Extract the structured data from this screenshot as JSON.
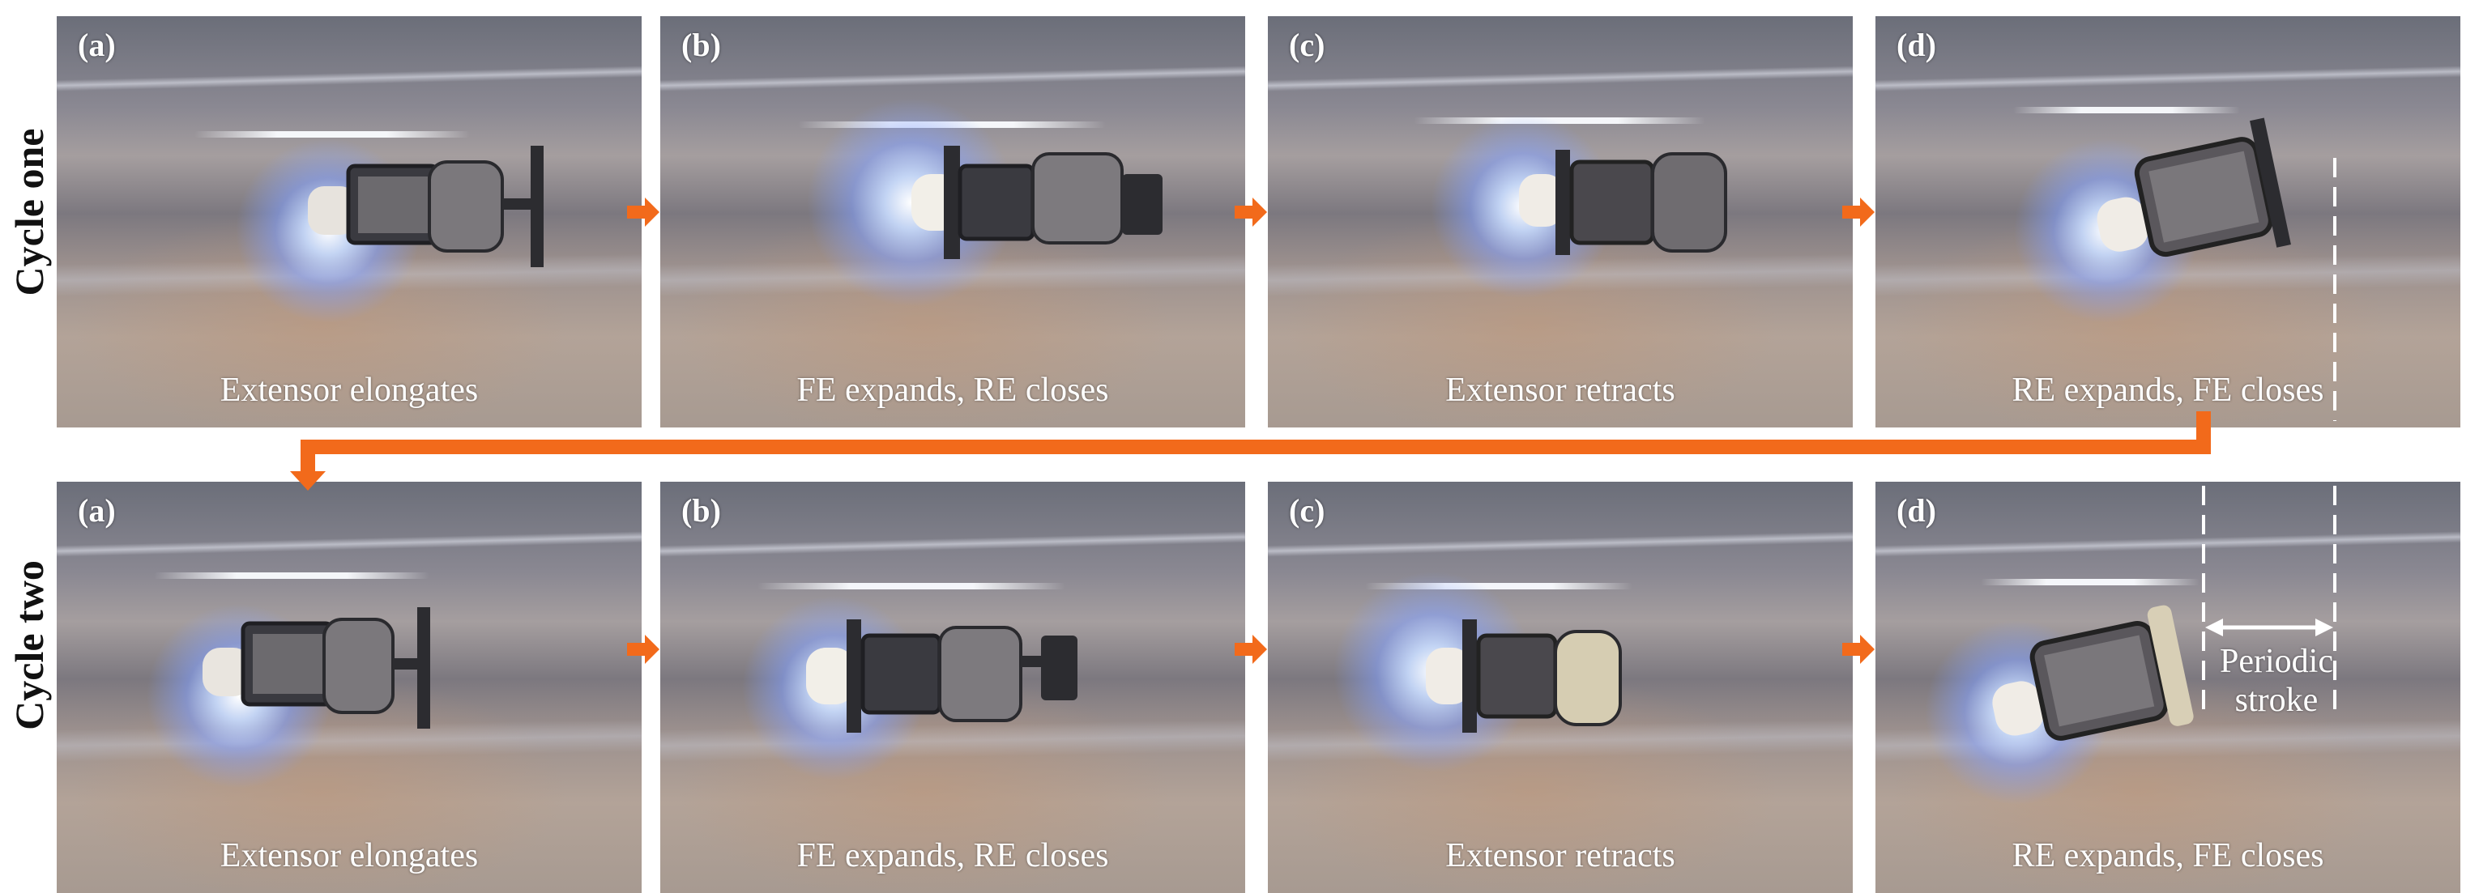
{
  "rows": [
    {
      "label": "Cycle one",
      "panels": [
        {
          "tag": "(a)",
          "caption": "Extensor elongates"
        },
        {
          "tag": "(b)",
          "caption": "FE expands, RE closes"
        },
        {
          "tag": "(c)",
          "caption": "Extensor retracts"
        },
        {
          "tag": "(d)",
          "caption": "RE expands, FE closes"
        }
      ]
    },
    {
      "label": "Cycle two",
      "panels": [
        {
          "tag": "(a)",
          "caption": "Extensor elongates"
        },
        {
          "tag": "(b)",
          "caption": "FE expands, RE closes"
        },
        {
          "tag": "(c)",
          "caption": "Extensor retracts"
        },
        {
          "tag": "(d)",
          "caption": "RE expands, FE closes"
        }
      ]
    }
  ],
  "stroke": {
    "line1": "Periodic",
    "line2": "stroke"
  },
  "colors": {
    "arrow": "#f26a1b",
    "text": "#ffffff",
    "label": "#111111"
  }
}
